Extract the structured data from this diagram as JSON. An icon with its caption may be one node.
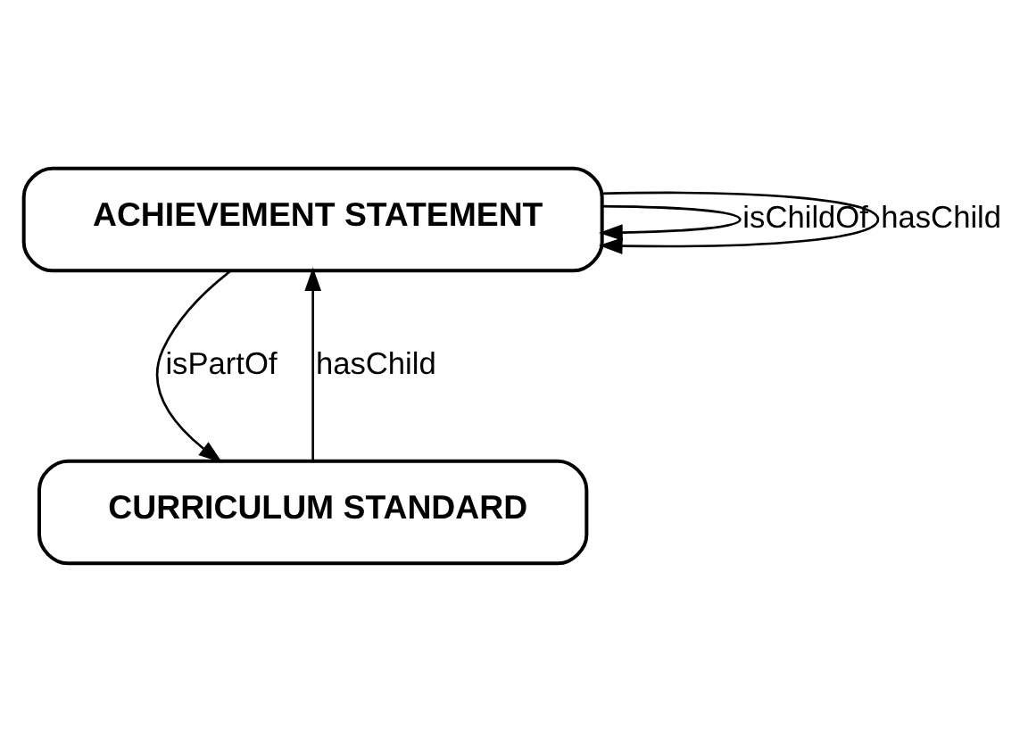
{
  "diagram": {
    "nodes": [
      {
        "text": [
          "ACHIEVEMENT STATEMENT"
        ]
      },
      {
        "text": [
          "CURRICULUM STANDARD"
        ]
      }
    ],
    "edges": [
      {
        "from": 0,
        "to": 0,
        "label": "isChildOf",
        "arrow": "to"
      },
      {
        "from": 0,
        "to": 0,
        "label": "hasChild",
        "arrow": "to"
      },
      {
        "from": 1,
        "to": 0,
        "label": "hasChild",
        "arrow": "to"
      },
      {
        "from": 0,
        "to": 1,
        "label": "isPartOf",
        "arrow": "to"
      }
    ]
  }
}
